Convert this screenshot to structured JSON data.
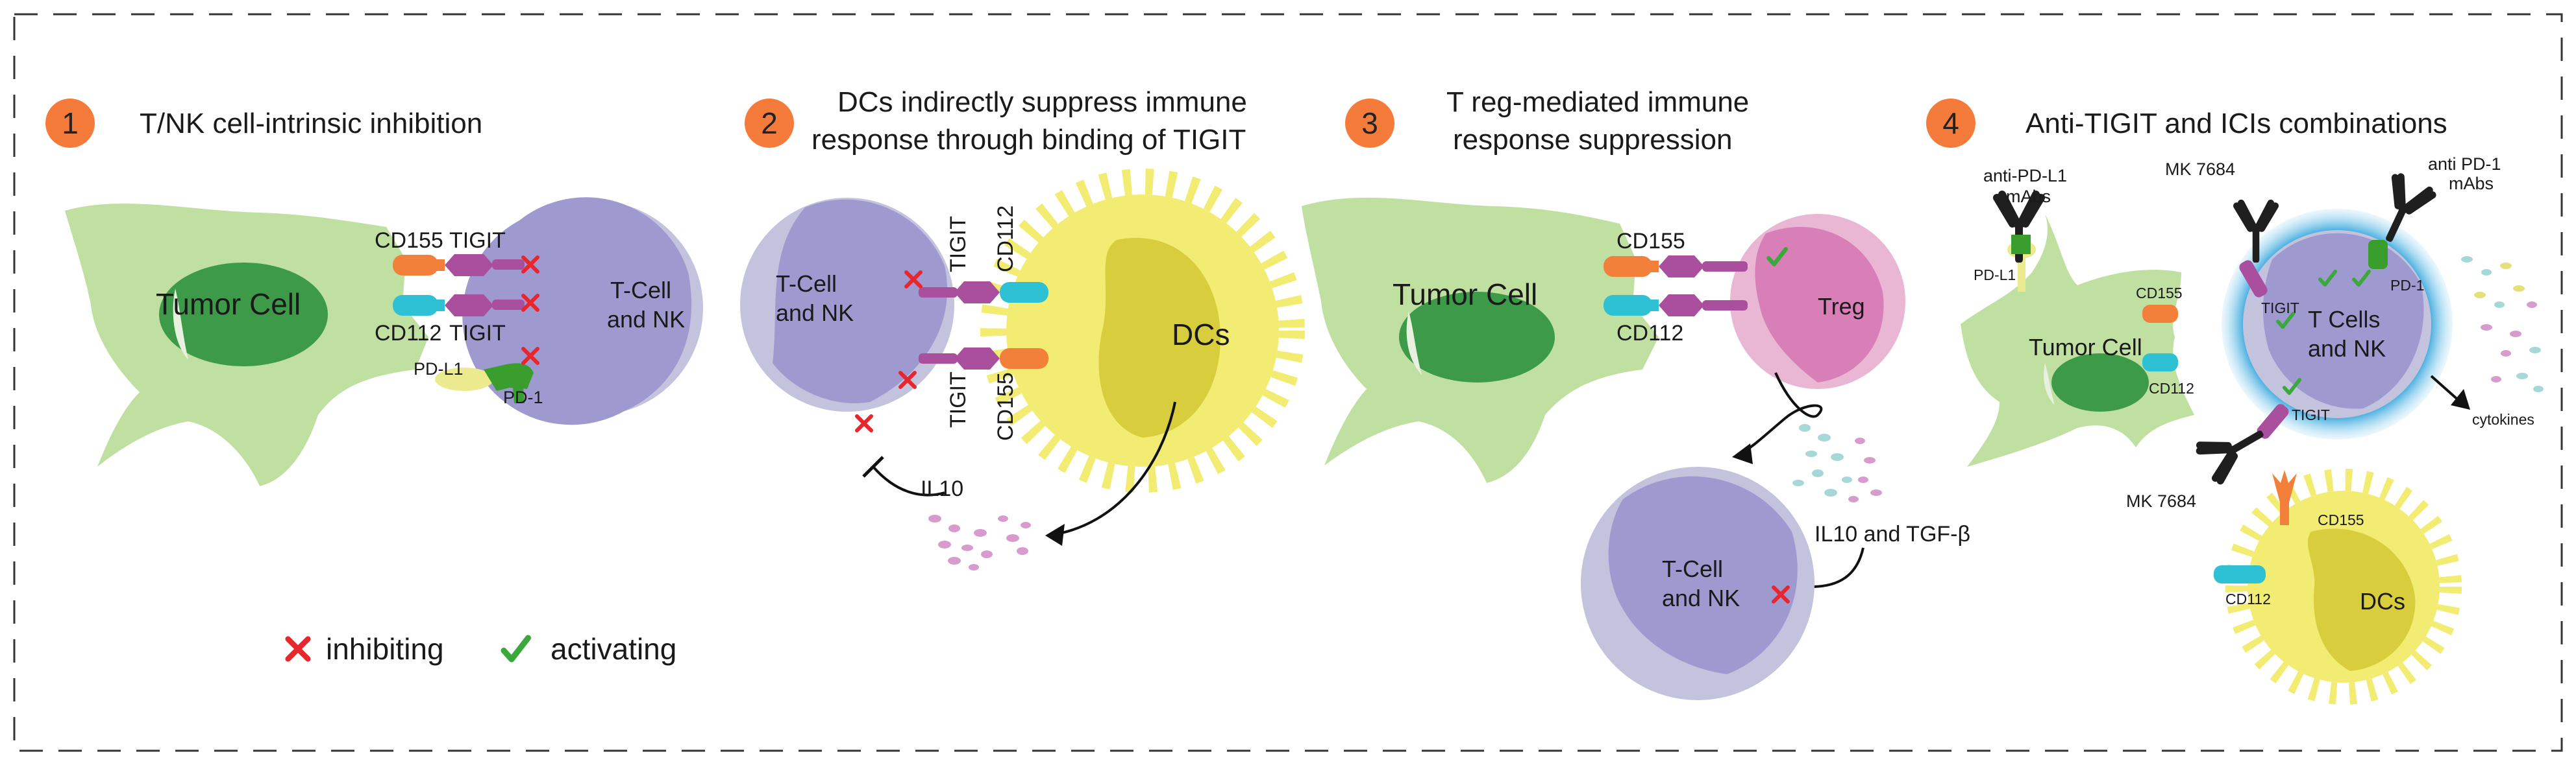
{
  "colors": {
    "tumor": "#bfe0a0",
    "nucleus": "#3c9a48",
    "tcell": "#c4c3de",
    "tcell_inner": "#9e9ad0",
    "treg": "#e9b6d3",
    "treg_inner": "#d77fb6",
    "dc": "#f2ec72",
    "dc_inner": "#d8cd3c",
    "cd155": "#f3803a",
    "cd112": "#2ec1d3",
    "tigit": "#a94f9e",
    "pdl1": "#ecea8e",
    "pd1": "#3a9e2e",
    "inhibit": "#e8262e",
    "activate": "#3aa83a",
    "badge": "#f47b3a",
    "halo": "#1e9bd8",
    "antibody": "#1f1f1f"
  },
  "legend": {
    "inhibiting": "inhibiting",
    "activating": "activating"
  },
  "panel1": {
    "number": "1",
    "title": "T/NK cell-intrinsic inhibition",
    "tumor_label": "Tumor Cell",
    "tcell_line1": "T-Cell",
    "tcell_line2": "and NK",
    "cd155": "CD155",
    "cd112": "CD112",
    "tigit_top": "TIGIT",
    "tigit_bottom": "TIGIT",
    "pdl1": "PD-L1",
    "pd1": "PD-1"
  },
  "panel2": {
    "number": "2",
    "title_line1": "DCs indirectly suppress immune",
    "title_line2": "response through binding of TIGIT",
    "tcell_line1": "T-Cell",
    "tcell_line2": "and NK",
    "dc_label": "DCs",
    "tigit_top": "TIGIT",
    "tigit_bottom": "TIGIT",
    "cd112": "CD112",
    "cd155": "CD155",
    "il10": "IL10"
  },
  "panel3": {
    "number": "3",
    "title_line1": "T reg-mediated immune",
    "title_line2": "response suppression",
    "tumor_label": "Tumor Cell",
    "cd155": "CD155",
    "cd112": "CD112",
    "treg_label": "Treg",
    "tcell_line1": "T-Cell",
    "tcell_line2": "and NK",
    "cytokines": "IL10 and TGF-β"
  },
  "panel4": {
    "number": "4",
    "title": "Anti-TIGIT and ICIs combinations",
    "anti_pdl1_line1": "anti-PD-L1",
    "anti_pdl1_line2": "mAbs",
    "mk_top": "MK 7684",
    "anti_pd1_line1": "anti PD-1",
    "anti_pd1_line2": "mAbs",
    "pdl1": "PD-L1",
    "pd1": "PD-1",
    "cd155": "CD155",
    "cd112": "CD112",
    "tigit_top": "TIGIT",
    "tigit_bottom": "TIGIT",
    "tumor_label": "Tumor Cell",
    "tcell_line1": "T Cells",
    "tcell_line2": "and NK",
    "cytokines": "cytokines",
    "mk_bottom": "MK 7684",
    "dc_cd155": "CD155",
    "dc_cd112": "CD112",
    "dc_label": "DCs"
  }
}
